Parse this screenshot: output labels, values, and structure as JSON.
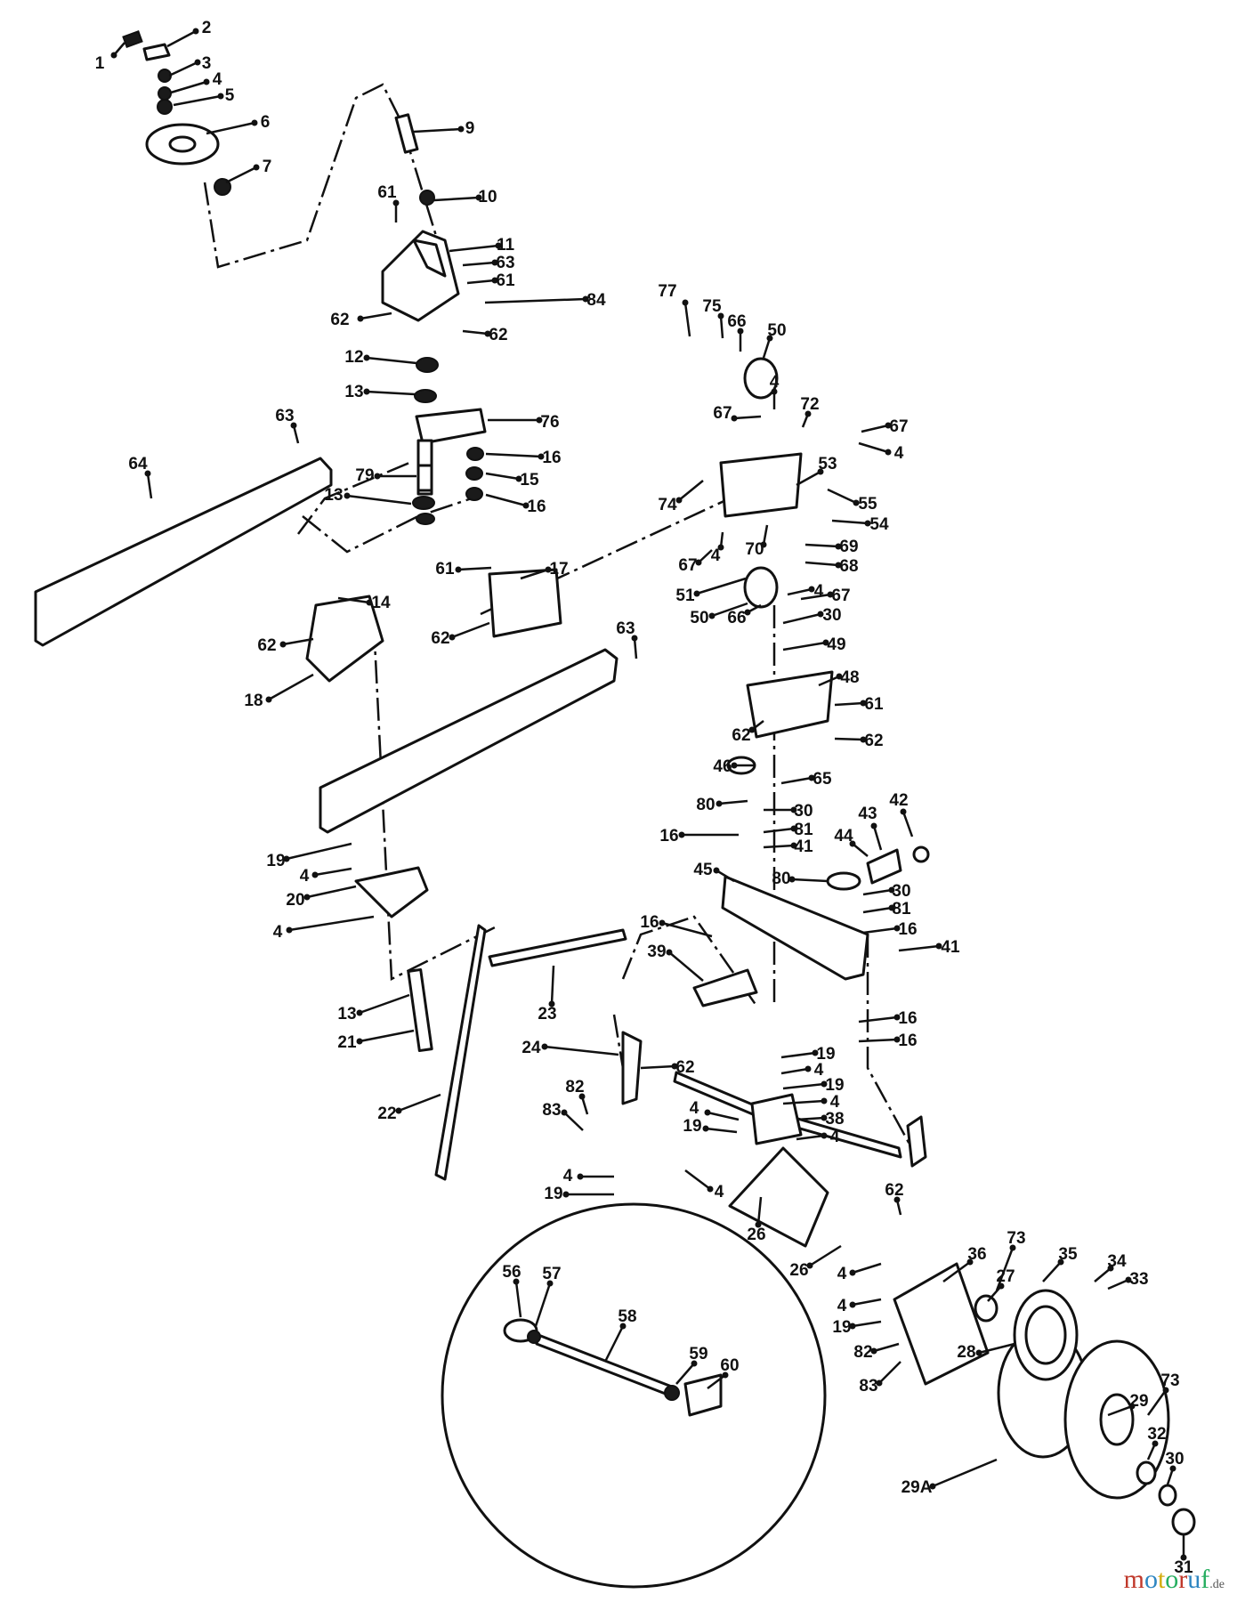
{
  "watermark": {
    "letters": [
      {
        "ch": "m",
        "color": "#c0392b"
      },
      {
        "ch": "o",
        "color": "#2e86c1"
      },
      {
        "ch": "t",
        "color": "#d4ac0d"
      },
      {
        "ch": "o",
        "color": "#27ae60"
      },
      {
        "ch": "r",
        "color": "#c0392b"
      },
      {
        "ch": "u",
        "color": "#2e86c1"
      },
      {
        "ch": "f",
        "color": "#27ae60"
      }
    ],
    "tld": ".de"
  },
  "labels": [
    "1",
    "2",
    "3",
    "4",
    "5",
    "6",
    "7",
    "9",
    "10",
    "11",
    "12",
    "13",
    "14",
    "15",
    "16",
    "17",
    "18",
    "19",
    "20",
    "21",
    "22",
    "23",
    "24",
    "26",
    "27",
    "28",
    "29",
    "29A",
    "30",
    "31",
    "32",
    "33",
    "34",
    "35",
    "36",
    "38",
    "39",
    "41",
    "42",
    "43",
    "44",
    "45",
    "46",
    "48",
    "49",
    "50",
    "51",
    "53",
    "54",
    "55",
    "56",
    "57",
    "58",
    "59",
    "60",
    "61",
    "62",
    "63",
    "64",
    "65",
    "66",
    "67",
    "68",
    "69",
    "70",
    "72",
    "73",
    "74",
    "75",
    "76",
    "77",
    "79",
    "80",
    "81",
    "82",
    "83",
    "84"
  ]
}
